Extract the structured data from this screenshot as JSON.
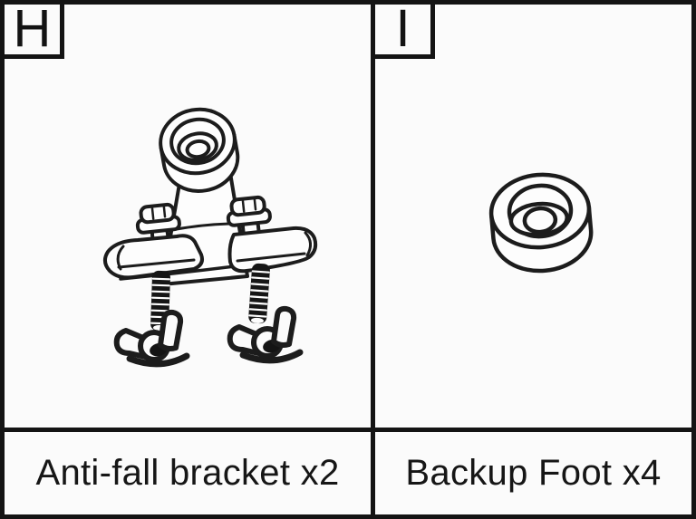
{
  "page": {
    "background": "#fbfbfb",
    "border_color": "#141414",
    "line_color": "#1c1c1c"
  },
  "panels": [
    {
      "letter": "H",
      "label": "Anti-fall bracket x2",
      "illustration": "anti-fall-bracket-drawing"
    },
    {
      "letter": "I",
      "label": "Backup Foot x4",
      "illustration": "backup-foot-drawing"
    }
  ]
}
